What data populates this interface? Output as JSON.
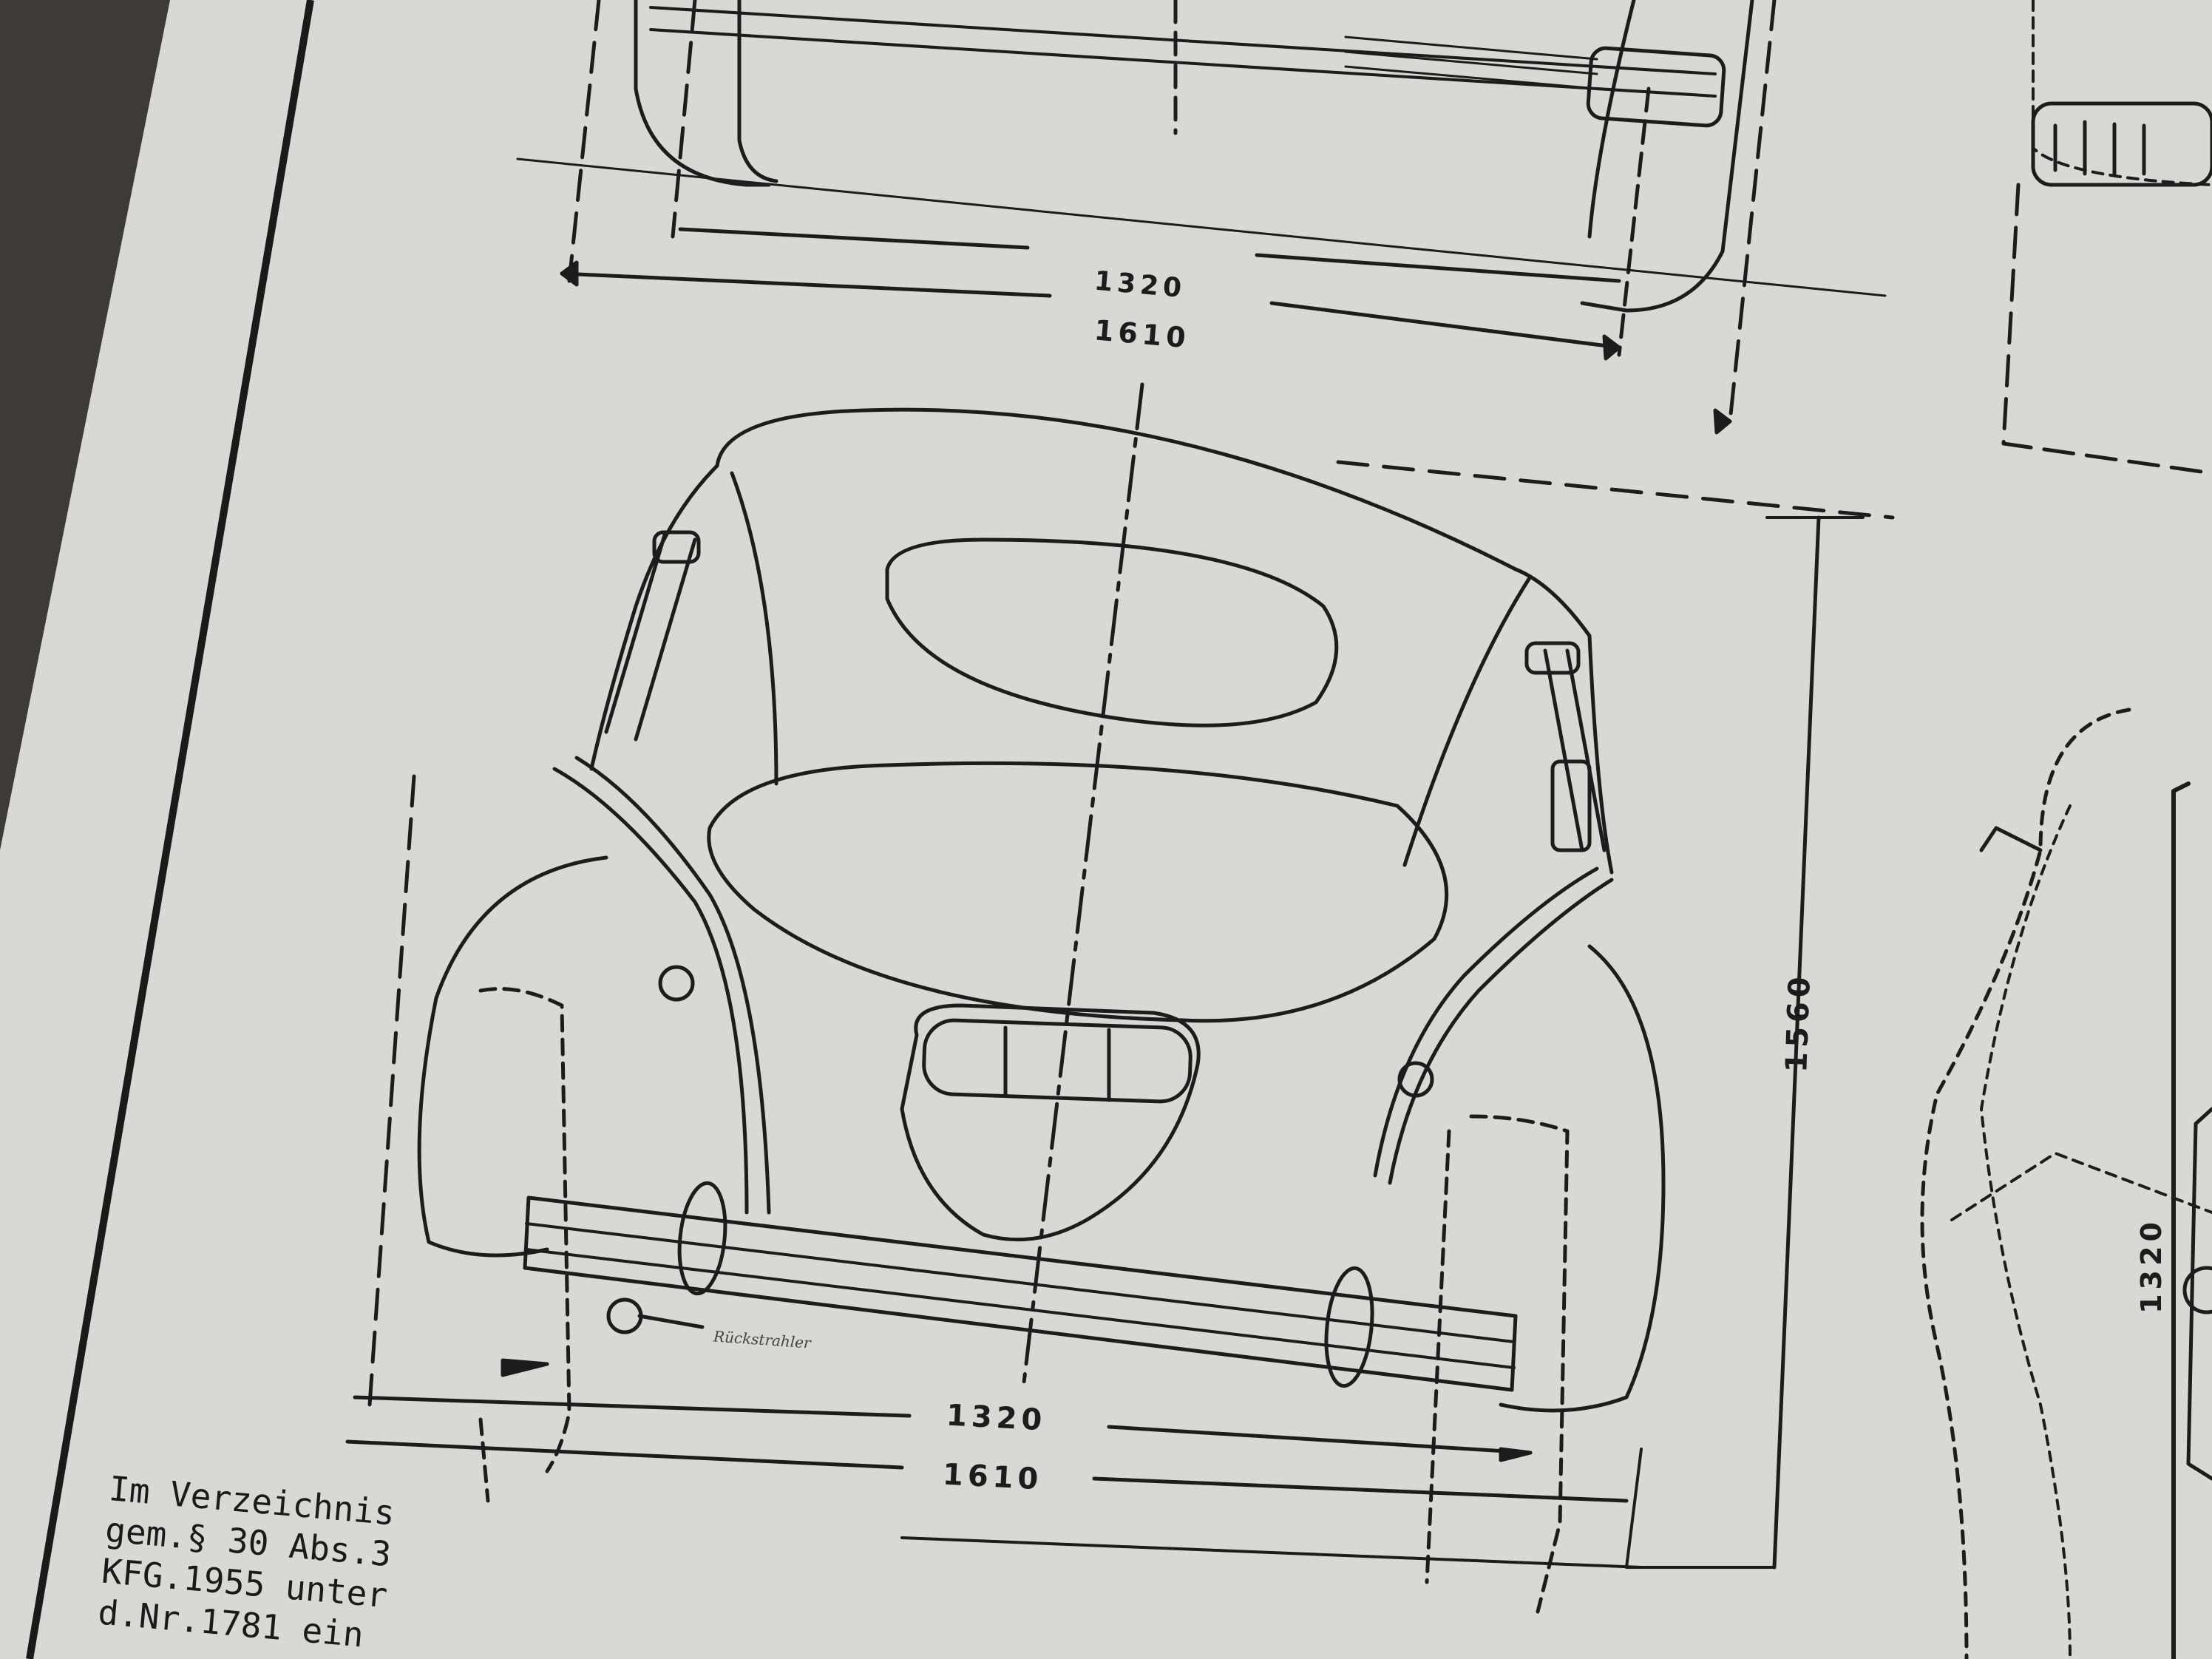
{
  "drawing": {
    "top_view": {
      "dim_inner": "1320",
      "dim_outer": "1610"
    },
    "rear_view": {
      "dim_inner": "1320",
      "dim_outer": "1610",
      "dim_height": "1560",
      "callouts": [
        "Rückstrahler"
      ]
    },
    "side_view": {
      "dim_height": "1320"
    }
  },
  "typed_note": {
    "line1": "Im Verzeichnis",
    "line2": "gem.§ 30 Abs.3",
    "line3": "KFG.1955 unter",
    "line4": "d.Nr.1781 ein"
  },
  "colors": {
    "paper": "#d9d9d6",
    "ink": "#1c1c1c",
    "background": "#3e3a36"
  }
}
